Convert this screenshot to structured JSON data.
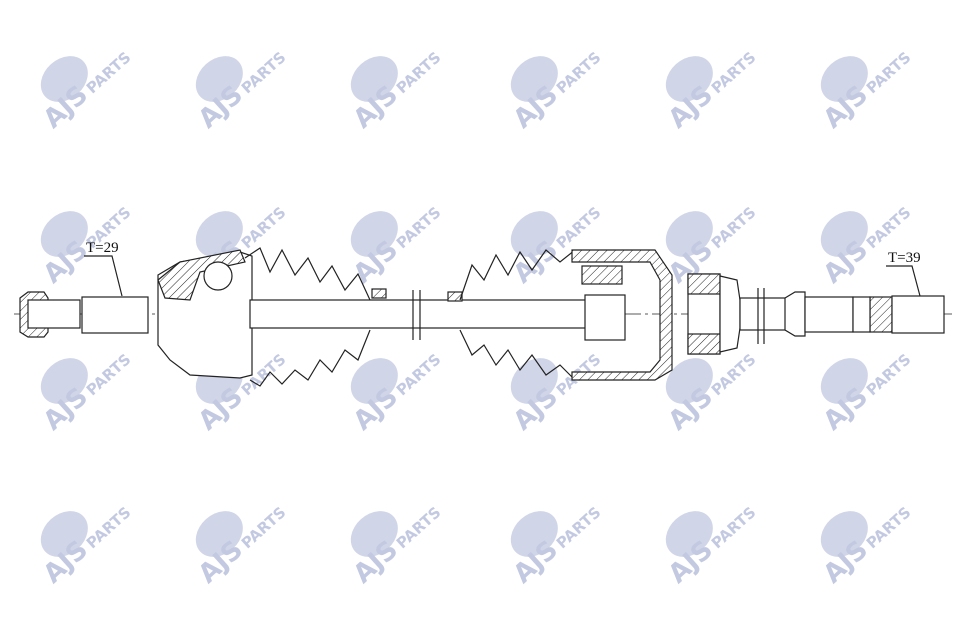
{
  "watermark": {
    "brand": "AJS",
    "suffix": "PARTS",
    "color": "#b9c0dc"
  },
  "labels": {
    "left_spline": "T=29",
    "right_spline": "T=39"
  },
  "line_color": "#222222"
}
